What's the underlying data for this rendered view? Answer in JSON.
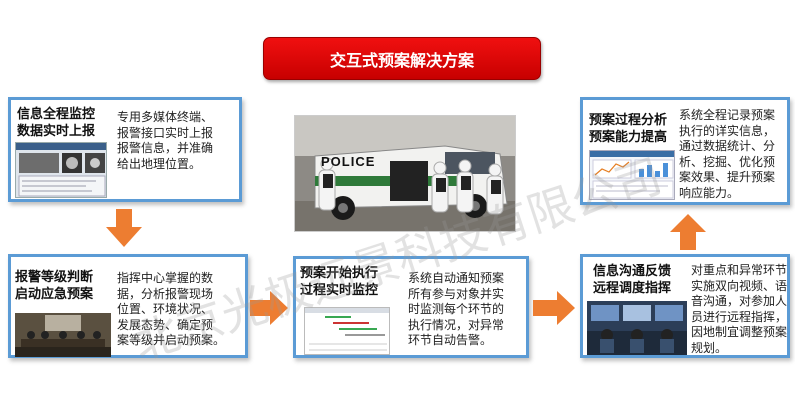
{
  "title": "交互式预案解决方案",
  "cards": [
    {
      "id": "card1",
      "head": [
        "信息全程监控",
        "数据实时上报"
      ],
      "body": [
        "专用多媒体终端、",
        "报警接口实时上报",
        "报警信息，并准确",
        "给出地理位置。"
      ]
    },
    {
      "id": "card2",
      "head": [
        "报警等级判断",
        "启动应急预案"
      ],
      "body": [
        "指挥中心掌握的数",
        "据，分析报警现场",
        "位置、环境状况、",
        "发展态势、确定预",
        "案等级并启动预案。"
      ]
    },
    {
      "id": "card3",
      "head": [
        "预案开始执行",
        "过程实时监控"
      ],
      "body": [
        "系统自动通知预案",
        "所有参与对象并实",
        "时监测每个环节的",
        "执行情况，对异常",
        "环节自动告警。"
      ]
    },
    {
      "id": "card4",
      "head": [
        "信息沟通反馈",
        "远程调度指挥"
      ],
      "body": [
        "对重点和异常环节",
        "实施双向视频、语",
        "音沟通，对参加人",
        "员进行远程指挥，",
        "因地制宜调整预案",
        "规划。"
      ]
    },
    {
      "id": "card5",
      "head": [
        "预案过程分析",
        "预案能力提高"
      ],
      "body": [
        "系统全程记录预案",
        "执行的详实信息，",
        "通过数据统计、分",
        "析、挖掘、优化预",
        "案效果、提升预案",
        "响应能力。"
      ]
    }
  ],
  "photo": {
    "vehicle_label": "POLICE"
  },
  "watermark": "北京光极远景科技有限公司",
  "colors": {
    "title_red": "#e00000",
    "card_border": "#5b9bd5",
    "arrow": "#ed7d31"
  }
}
